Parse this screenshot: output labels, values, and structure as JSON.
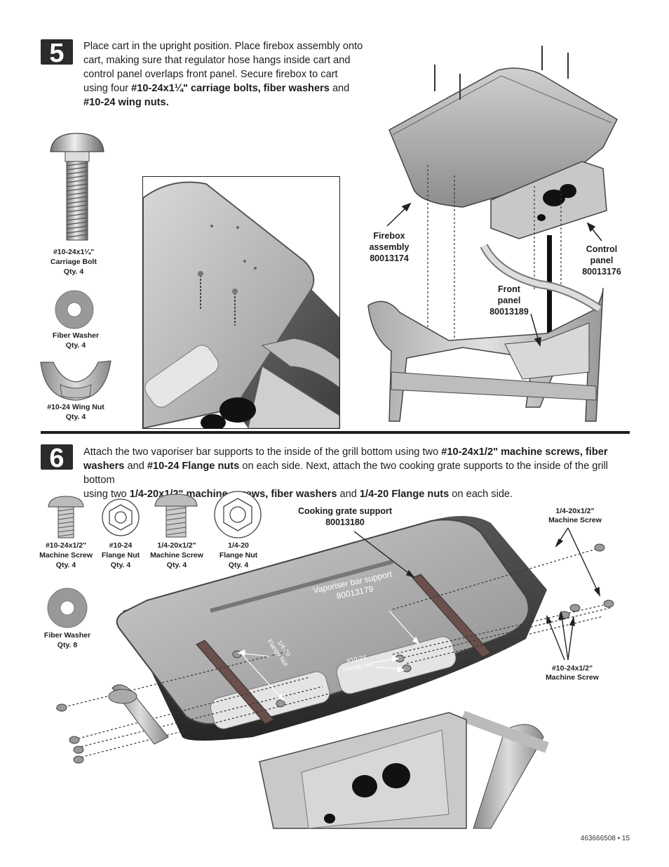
{
  "step5": {
    "number": "5",
    "text": [
      "Place cart in the upright position. Place firebox assembly onto",
      "cart, making sure that regulator hose hangs inside cart and",
      "control panel overlaps front panel. Secure firebox to cart",
      "using four "
    ],
    "text_bold_1": "#10-24x1¼\" carriage bolts, fiber washers",
    "text_mid": " and",
    "text_bold_2": "#10-24 wing nuts.",
    "parts": {
      "bolt": {
        "name": "#10-24x1¼\"",
        "sub": "Carriage Bolt",
        "qty": "Qty. 4"
      },
      "washer": {
        "name": "Fiber Washer",
        "qty": "Qty. 4"
      },
      "wingnut": {
        "name": "#10-24 Wing Nut",
        "qty": "Qty. 4"
      }
    },
    "callouts": {
      "firebox": [
        "Firebox",
        "assembly",
        "80013174"
      ],
      "control": [
        "Control",
        "panel",
        "80013176"
      ],
      "front": [
        "Front",
        "panel",
        "80013189"
      ]
    }
  },
  "step6": {
    "number": "6",
    "t1": "Attach the two vaporiser bar supports to the inside of the grill bottom using two ",
    "b1": "#10-24x1/2\" machine screws, fiber",
    "b1b": "washers",
    "t2": " and ",
    "b2": "#10-24 Flange nuts",
    "t3": " on each side. Next, attach the two cooking grate supports to the inside of the grill bottom",
    "t4": "using two ",
    "b3": "1/4-20x1/2\" machine screws, fiber washers",
    "t5": " and ",
    "b4": "1/4-20 Flange nuts",
    "t6": " on each side.",
    "parts": {
      "screw1024": {
        "name": "#10-24x1/2\"",
        "sub": "Machine Screw",
        "qty": "Qty. 4"
      },
      "nut1024": {
        "name": "#10-24",
        "sub": "Flange Nut",
        "qty": "Qty. 4"
      },
      "screw1420": {
        "name": "1/4-20x1/2\"",
        "sub": "Machine Screw",
        "qty": "Qty. 4"
      },
      "nut1420": {
        "name": "1/4-20",
        "sub": "Flange Nut",
        "qty": "Qty. 4"
      },
      "washer": {
        "name": "Fiber Washer",
        "qty": "Qty. 8"
      }
    },
    "callouts": {
      "grate": [
        "Cooking grate support",
        "80013180"
      ],
      "screw1420": [
        "1/4-20x1/2\"",
        "Machine Screw"
      ],
      "screw1024": [
        "#10-24x1/2\"",
        "Machine Screw"
      ],
      "vapor": [
        "Vaporiser bar support",
        "80013179"
      ],
      "flange1420": [
        "1/4-20",
        "Flange Nut"
      ],
      "flange1024": [
        "#10-24",
        "Flange Nut"
      ]
    }
  },
  "footer": "463666508 • 15"
}
